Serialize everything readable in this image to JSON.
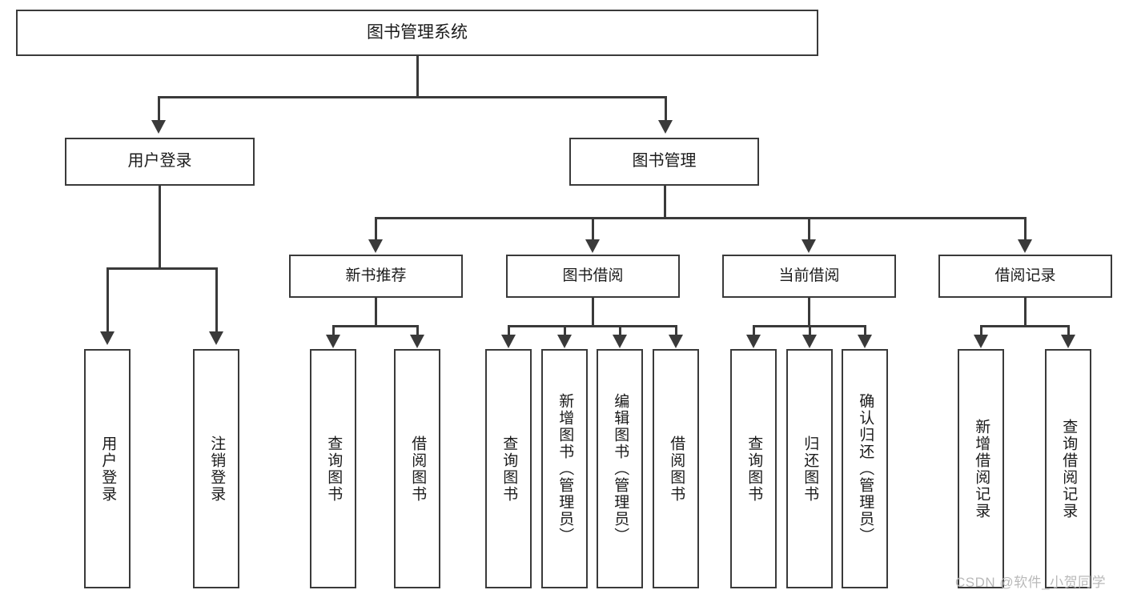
{
  "diagram": {
    "type": "tree-hierarchy-chart",
    "title": "图书管理系统",
    "root": {
      "label": "图书管理系统"
    },
    "level1": [
      {
        "label": "用户登录"
      },
      {
        "label": "图书管理"
      }
    ],
    "level2": [
      {
        "label": "新书推荐"
      },
      {
        "label": "图书借阅"
      },
      {
        "label": "当前借阅"
      },
      {
        "label": "借阅记录"
      }
    ],
    "leaves": {
      "user_login": [
        {
          "label": "用户登录"
        },
        {
          "label": "注销登录"
        }
      ],
      "new_book_recommend": [
        {
          "label": "查询图书"
        },
        {
          "label": "借阅图书"
        }
      ],
      "book_borrow": [
        {
          "label": "查询图书"
        },
        {
          "label": "新增图书（管理员）"
        },
        {
          "label": "编辑图书（管理员）"
        },
        {
          "label": "借阅图书"
        }
      ],
      "current_borrow": [
        {
          "label": "查询图书"
        },
        {
          "label": "归还图书"
        },
        {
          "label": "确认归还（管理员）"
        }
      ],
      "borrow_record": [
        {
          "label": "新增借阅记录"
        },
        {
          "label": "查询借阅记录"
        }
      ]
    }
  },
  "watermark": {
    "text": "CSDN @软件_小贺同学"
  },
  "colors": {
    "stroke": "#3a3a3a",
    "text": "#1b1b1b",
    "background": "#ffffff",
    "watermark": "#b9b9b9"
  }
}
